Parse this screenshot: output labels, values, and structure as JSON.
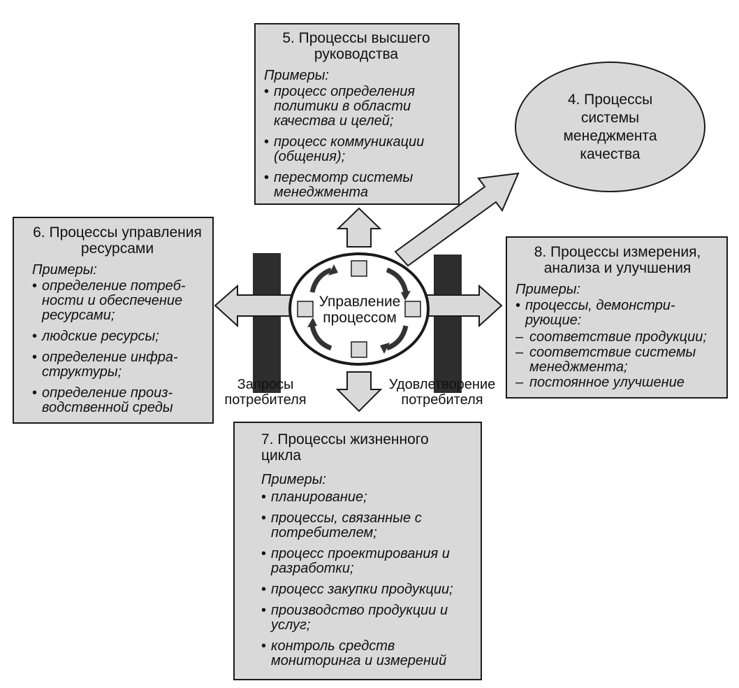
{
  "center": {
    "label": "Управление процессом"
  },
  "ellipse": {
    "title": "4. Процессы системы менеджмента качества"
  },
  "top_box": {
    "title": "5. Процессы высшего руководства",
    "examples_label": "Примеры:",
    "items": [
      "процесс определения политики в области качества и целей;",
      "процесс коммуникации (общения);",
      "пересмотр системы менеджмента"
    ]
  },
  "left_box": {
    "title": "6. Процессы управления ресурсами",
    "examples_label": "Примеры:",
    "items": [
      "определение потреб-ности и обеспечение ресурсами;",
      "людские ресурсы;",
      "определение инфра-структуры;",
      "определение произ-водственной среды"
    ]
  },
  "right_box": {
    "title": "8. Процессы измерения, анализа и улучшения",
    "examples_label": "Примеры:",
    "items": [
      "процессы, демонстри-рующие:"
    ],
    "subitems": [
      "соответствие продукции;",
      "соответствие системы менеджмента;",
      "постоянное улучшение"
    ]
  },
  "bottom_box": {
    "title": "7. Процессы жизненного цикла",
    "examples_label": "Примеры:",
    "items": [
      "планирование;",
      "процессы, связанные с потребителем;",
      "процесс проектирования и разработки;",
      "процесс закупки продукции;",
      "производство продукции и услуг;",
      "контроль средств мониторинга и измерений"
    ]
  },
  "labels": {
    "customer_requirements": "Запросы потребителя",
    "customer_satisfaction": "Удовлетворение потребителя"
  },
  "colors": {
    "fill": "#d9d9d9",
    "dark_bar": "#2d2d2d",
    "stroke": "#1a1a1a"
  }
}
